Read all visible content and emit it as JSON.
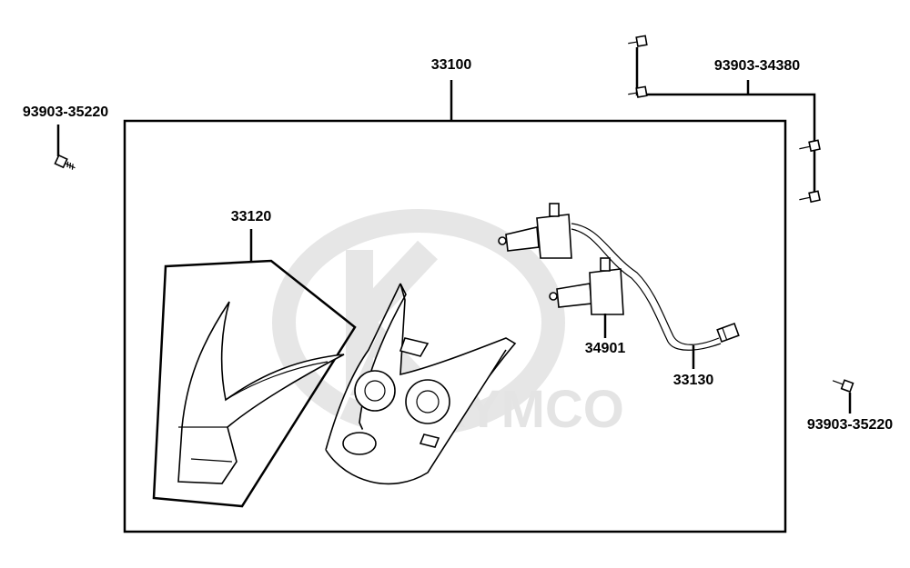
{
  "labels": {
    "assembly": "33100",
    "lens_cover": "33120",
    "bulb": "34901",
    "wire_harness": "33130",
    "screw_top_right": "93903-34380",
    "screw_left": "93903-35220",
    "screw_bottom_right": "93903-35220"
  },
  "watermark": {
    "text": "KYMCO",
    "color": "#e4e4e4"
  }
}
